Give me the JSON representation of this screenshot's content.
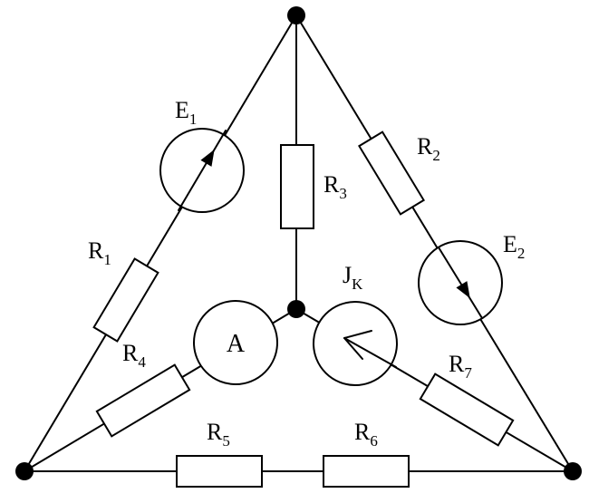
{
  "labels": {
    "E1": {
      "main": "E",
      "sub": "1"
    },
    "E2": {
      "main": "E",
      "sub": "2"
    },
    "R1": {
      "main": "R",
      "sub": "1"
    },
    "R2": {
      "main": "R",
      "sub": "2"
    },
    "R3": {
      "main": "R",
      "sub": "3"
    },
    "R4": {
      "main": "R",
      "sub": "4"
    },
    "R5": {
      "main": "R",
      "sub": "5"
    },
    "R6": {
      "main": "R",
      "sub": "6"
    },
    "R7": {
      "main": "R",
      "sub": "7"
    },
    "JK": {
      "main": "J",
      "sub": "K"
    }
  },
  "ammeter": "A"
}
